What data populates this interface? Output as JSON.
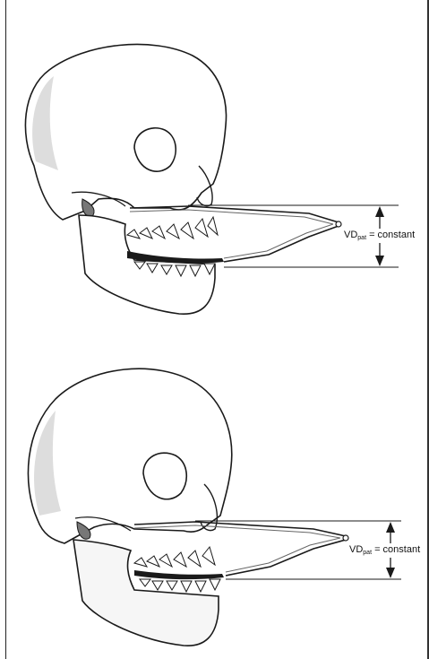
{
  "figure": {
    "panels": [
      {
        "label_main": "VD",
        "label_sub": "pat",
        "label_rest": " = constant"
      },
      {
        "label_main": "VD",
        "label_sub": "pat",
        "label_rest": " = constant"
      }
    ]
  },
  "colors": {
    "ink": "#1a1a1a",
    "bone": "#ffffff",
    "shade": "#bdbdbd"
  }
}
